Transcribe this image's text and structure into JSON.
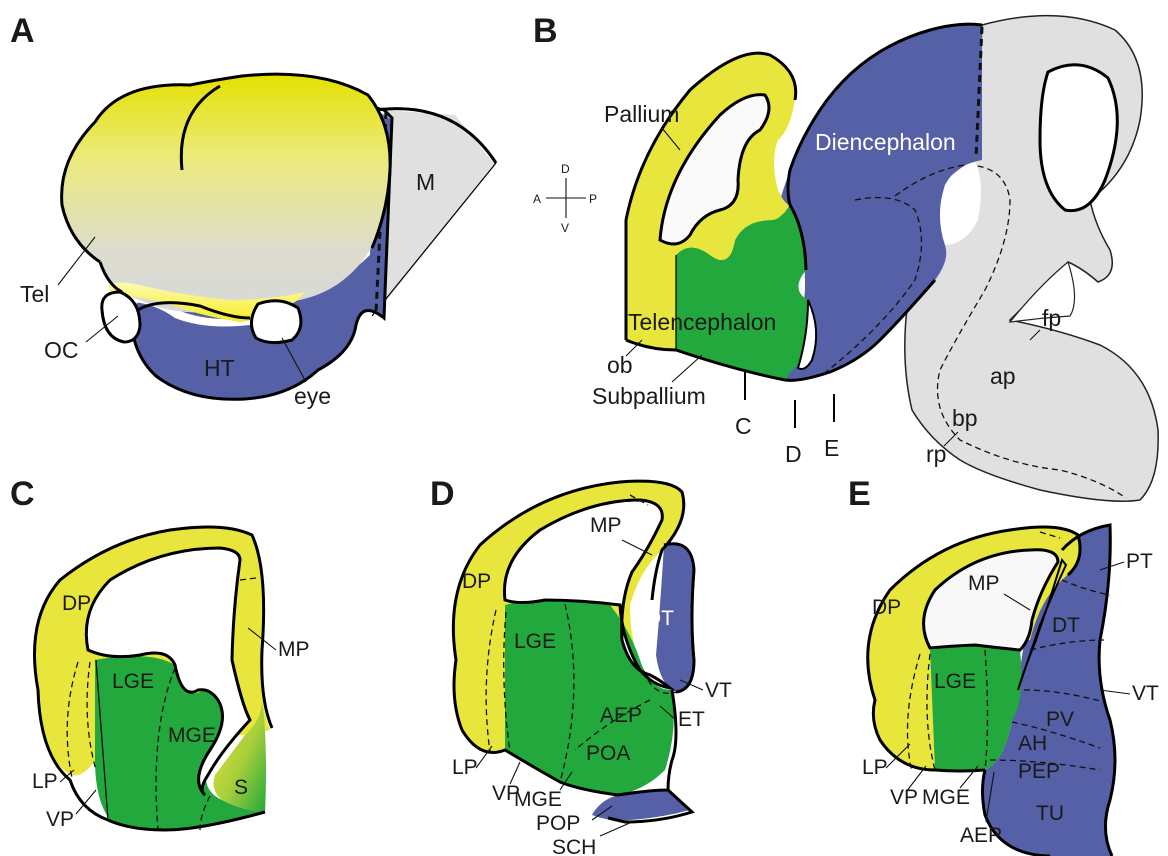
{
  "colors": {
    "pallium_yellow": "#e8e63c",
    "subpallium_green": "#22a83c",
    "diencephalon_blue": "#5560a6",
    "midbrain_gray": "#e0e0e0"
  },
  "panelA": {
    "letter": "A",
    "labels": {
      "tel": "Tel",
      "oc": "OC",
      "ht": "HT",
      "eye": "eye",
      "m": "M"
    }
  },
  "panelB": {
    "letter": "B",
    "labels": {
      "pallium": "Pallium",
      "diencephalon": "Diencephalon",
      "telencephalon": "Telencephalon",
      "ob": "ob",
      "subpallium": "Subpallium",
      "fp": "fp",
      "ap": "ap",
      "bp": "bp",
      "rp": "rp"
    },
    "section_marks": [
      "C",
      "D",
      "E"
    ],
    "compass": {
      "d": "D",
      "v": "V",
      "a": "A",
      "p": "P"
    }
  },
  "panelC": {
    "letter": "C",
    "labels": {
      "dp": "DP",
      "mp": "MP",
      "lge": "LGE",
      "mge": "MGE",
      "s": "S",
      "lp": "LP",
      "vp": "VP"
    }
  },
  "panelD": {
    "letter": "D",
    "labels": {
      "mp": "MP",
      "dp": "DP",
      "dt": "DT",
      "lge": "LGE",
      "vt": "VT",
      "et": "ET",
      "aep": "AEP",
      "lp": "LP",
      "vp": "VP",
      "poa": "POA",
      "mge": "MGE",
      "pop": "POP",
      "sch": "SCH"
    }
  },
  "panelE": {
    "letter": "E",
    "labels": {
      "pt": "PT",
      "mp": "MP",
      "dt": "DT",
      "dp": "DP",
      "lge": "LGE",
      "vt": "VT",
      "pv": "PV",
      "ah": "AH",
      "lp": "LP",
      "pep": "PEP",
      "vp": "VP",
      "mge": "MGE",
      "tu": "TU",
      "aep": "AEP"
    }
  }
}
